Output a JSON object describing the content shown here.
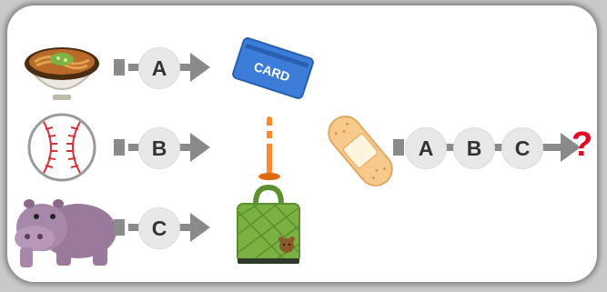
{
  "rows": [
    {
      "icon": "noodle-bowl-icon",
      "letter": "A",
      "result_icon": "card-icon",
      "result_text": "CARD"
    },
    {
      "icon": "baseball-icon",
      "letter": "B",
      "result_icon": "traffic-pole-icon"
    },
    {
      "icon": "hippo-icon",
      "letter": "C",
      "result_icon": "quilted-bag-icon"
    }
  ],
  "sequence": {
    "icon": "bandage-icon",
    "letters": [
      "A",
      "B",
      "C"
    ],
    "answer": "?"
  },
  "colors": {
    "arrow": "#8a8a8a",
    "circle": "#e8e8e8",
    "question": "#e8001c",
    "card": "#3b7dd8",
    "bag": "#7bb043"
  }
}
